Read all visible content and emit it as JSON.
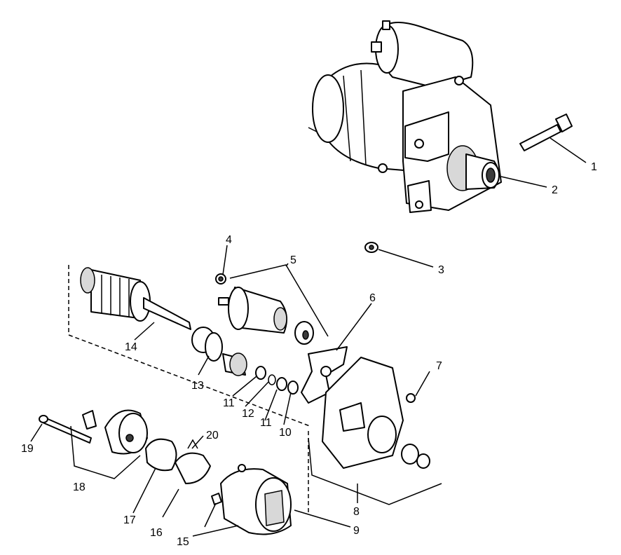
{
  "callouts": [
    {
      "id": "1",
      "label": "1"
    },
    {
      "id": "2",
      "label": "2"
    },
    {
      "id": "3",
      "label": "3"
    },
    {
      "id": "4",
      "label": "4"
    },
    {
      "id": "5",
      "label": "5"
    },
    {
      "id": "6",
      "label": "6"
    },
    {
      "id": "7",
      "label": "7"
    },
    {
      "id": "8",
      "label": "8"
    },
    {
      "id": "9",
      "label": "9"
    },
    {
      "id": "10",
      "label": "10"
    },
    {
      "id": "11a",
      "label": "11"
    },
    {
      "id": "11b",
      "label": "11"
    },
    {
      "id": "12",
      "label": "12"
    },
    {
      "id": "13",
      "label": "13"
    },
    {
      "id": "14",
      "label": "14"
    },
    {
      "id": "15",
      "label": "15"
    },
    {
      "id": "16",
      "label": "16"
    },
    {
      "id": "17",
      "label": "17"
    },
    {
      "id": "18",
      "label": "18"
    },
    {
      "id": "19",
      "label": "19"
    },
    {
      "id": "20",
      "label": "20"
    }
  ]
}
